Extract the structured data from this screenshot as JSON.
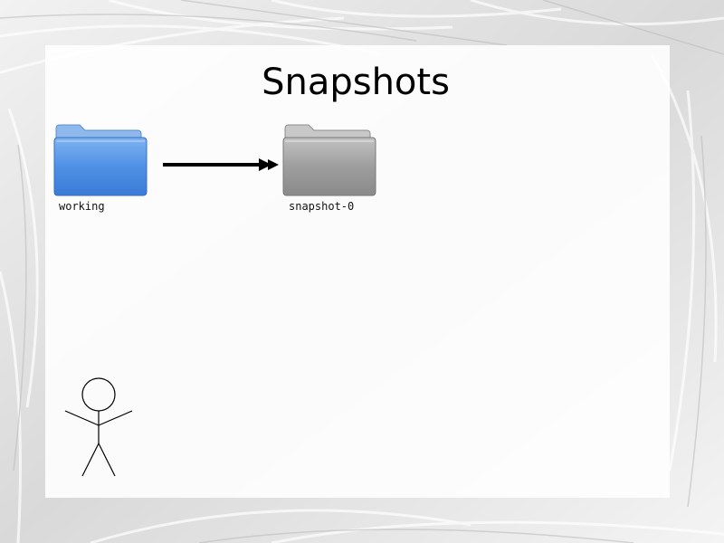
{
  "slide": {
    "title": "Snapshots"
  },
  "folders": {
    "working": {
      "label": "working",
      "icon": "blue-folder-icon",
      "color": "#5b9be8"
    },
    "snapshot": {
      "label": "snapshot-0",
      "icon": "gray-folder-icon",
      "color": "#9a9a9a"
    }
  },
  "connector": {
    "icon": "right-arrow-icon",
    "color": "#000000"
  },
  "figure": {
    "icon": "stick-figure-icon"
  }
}
